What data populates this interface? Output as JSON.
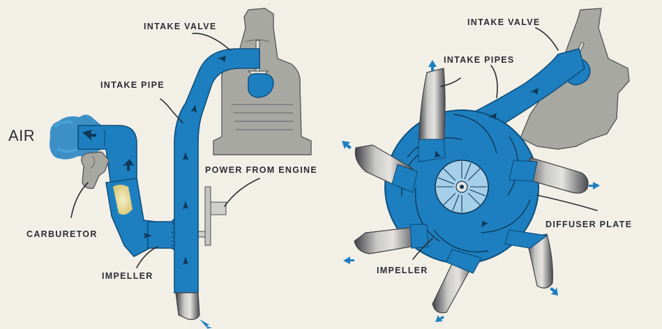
{
  "labels": {
    "air": "AIR",
    "intake_valve_left": "INTAKE VALVE",
    "intake_pipe": "INTAKE PIPE",
    "power_from_engine": "POWER FROM ENGINE",
    "carburetor": "CARBURETOR",
    "impeller_left": "IMPELLER",
    "intake_valve_right": "INTAKE VALVE",
    "intake_pipes": "INTAKE PIPES",
    "diffuser_plate": "DIFFUSER PLATE",
    "impeller_right": "IMPELLER"
  },
  "colors": {
    "background": "#f2efe6",
    "flow_blue": "#1d7fc0",
    "flow_blue_dark": "#0e4f7d",
    "metal_gray": "#a7a7a3",
    "metal_dark": "#55565a",
    "carburetor_glow": "#f3e6a6"
  },
  "icons": {
    "flow_arrow": "flow-arrow-icon",
    "exit_arrow": "exit-arrow-icon"
  }
}
